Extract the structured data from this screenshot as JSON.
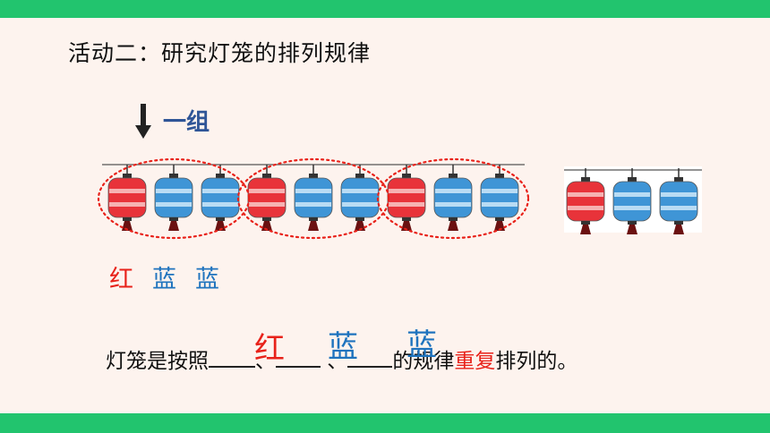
{
  "title": "活动二：研究灯笼的排列规律",
  "group_label": "一组",
  "sequence": [
    "红",
    "蓝",
    "蓝"
  ],
  "sentence": {
    "prefix": "灯笼是按照",
    "sep1": "、",
    "sep2": " 、",
    "suffix_before_highlight": "的规律",
    "highlight": "重复",
    "suffix": "排列的。"
  },
  "answers": [
    "红",
    "蓝",
    "蓝"
  ],
  "colors": {
    "bar": "#22c46e",
    "background": "#fdf3ee",
    "red_lantern": "#e8221a",
    "blue_lantern": "#1e73be",
    "group_label": "#2f5597"
  },
  "lantern_rows": [
    {
      "lanterns": [
        "red",
        "blue",
        "blue",
        "red",
        "blue",
        "blue",
        "red",
        "blue",
        "blue"
      ],
      "groups_circled": 3
    },
    {
      "lanterns": [
        "red",
        "blue",
        "blue"
      ],
      "groups_circled": 0
    }
  ]
}
